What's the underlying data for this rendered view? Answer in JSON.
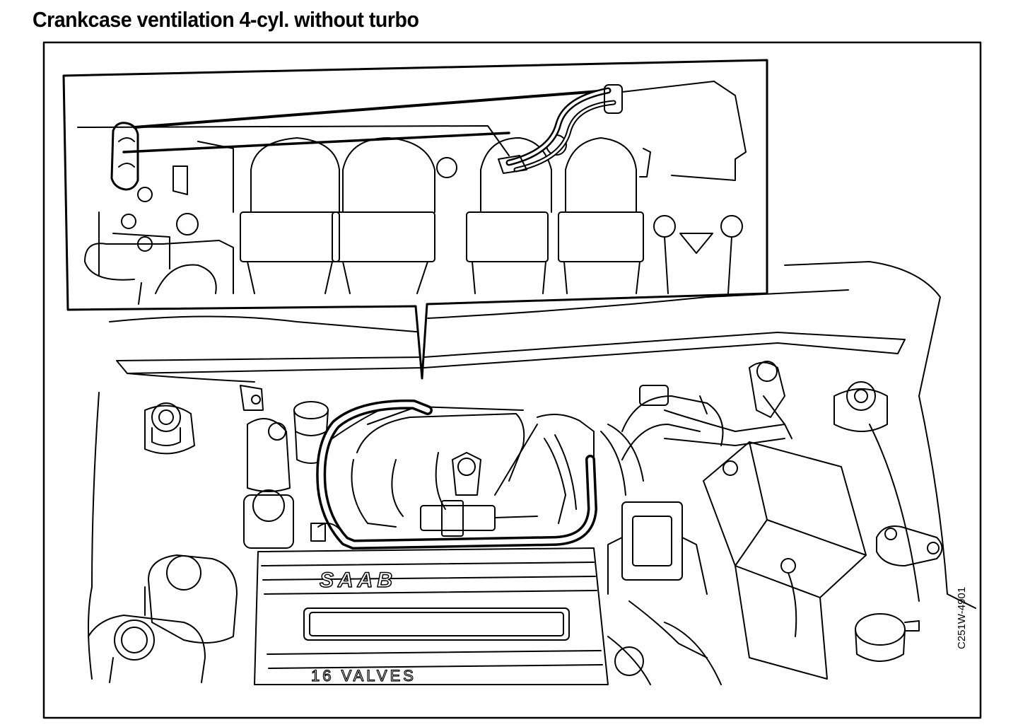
{
  "document": {
    "title": "Crankcase ventilation 4-cyl. without turbo",
    "figure_code": "C251W-4901",
    "engine_badge": "SAAB",
    "valve_cover_label": "16 VALVES"
  },
  "colors": {
    "ink": "#000000",
    "paper": "#ffffff"
  }
}
